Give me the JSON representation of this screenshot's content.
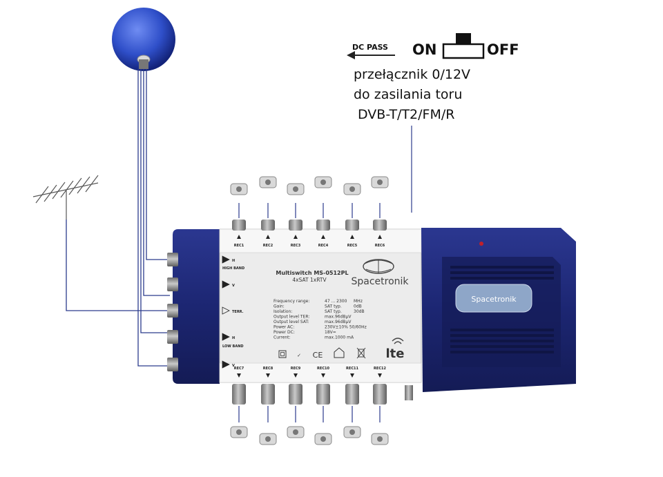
{
  "switch": {
    "dc_pass_label": "DC PASS",
    "on_label": "ON",
    "off_label": "OFF",
    "caption_lines": [
      "przełącznik 0/12V",
      "do zasilania toru",
      "DVB-T/T2/FM/R"
    ]
  },
  "device": {
    "model": "Multiswitch MS-0512PL",
    "subtitle": "4xSAT 1xRTV",
    "brand": "Spacetronik",
    "side_brand": "Spacetronik",
    "logo_text": "lte",
    "inputs": [
      "H",
      "V",
      "TERR.",
      "H",
      "V"
    ],
    "band_labels": {
      "high": "HIGH BAND",
      "low": "LOW BAND"
    },
    "top_outputs": [
      "REC1",
      "REC2",
      "REC3",
      "REC4",
      "REC5",
      "REC6"
    ],
    "bottom_outputs": [
      "REC7",
      "REC8",
      "REC9",
      "REC10",
      "REC11",
      "REC12"
    ],
    "specs": [
      [
        "Frequency range:",
        "47 ... 2300",
        "MHz"
      ],
      [
        "Gain:",
        "SAT   typ.",
        "0dB"
      ],
      [
        "Isolation:",
        "SAT   typ.",
        "30dB"
      ],
      [
        "Output level TER:",
        "max.96dBµV",
        ""
      ],
      [
        "Output level SAT:",
        "max.96dBµV",
        ""
      ],
      [
        "Power AC:",
        "230V±10% 50/60Hz",
        ""
      ],
      [
        "Power DC:",
        "18V=",
        ""
      ],
      [
        "Current:",
        "max.1000 mA",
        ""
      ]
    ],
    "cert_marks": [
      "CE"
    ]
  },
  "colors": {
    "body_blue": "#1f2a78",
    "body_dark": "#151c57",
    "panel": "#ececec",
    "dish": "#2f4fc9",
    "wire": "#2a3a8c",
    "connector": "#8a8a8a"
  }
}
